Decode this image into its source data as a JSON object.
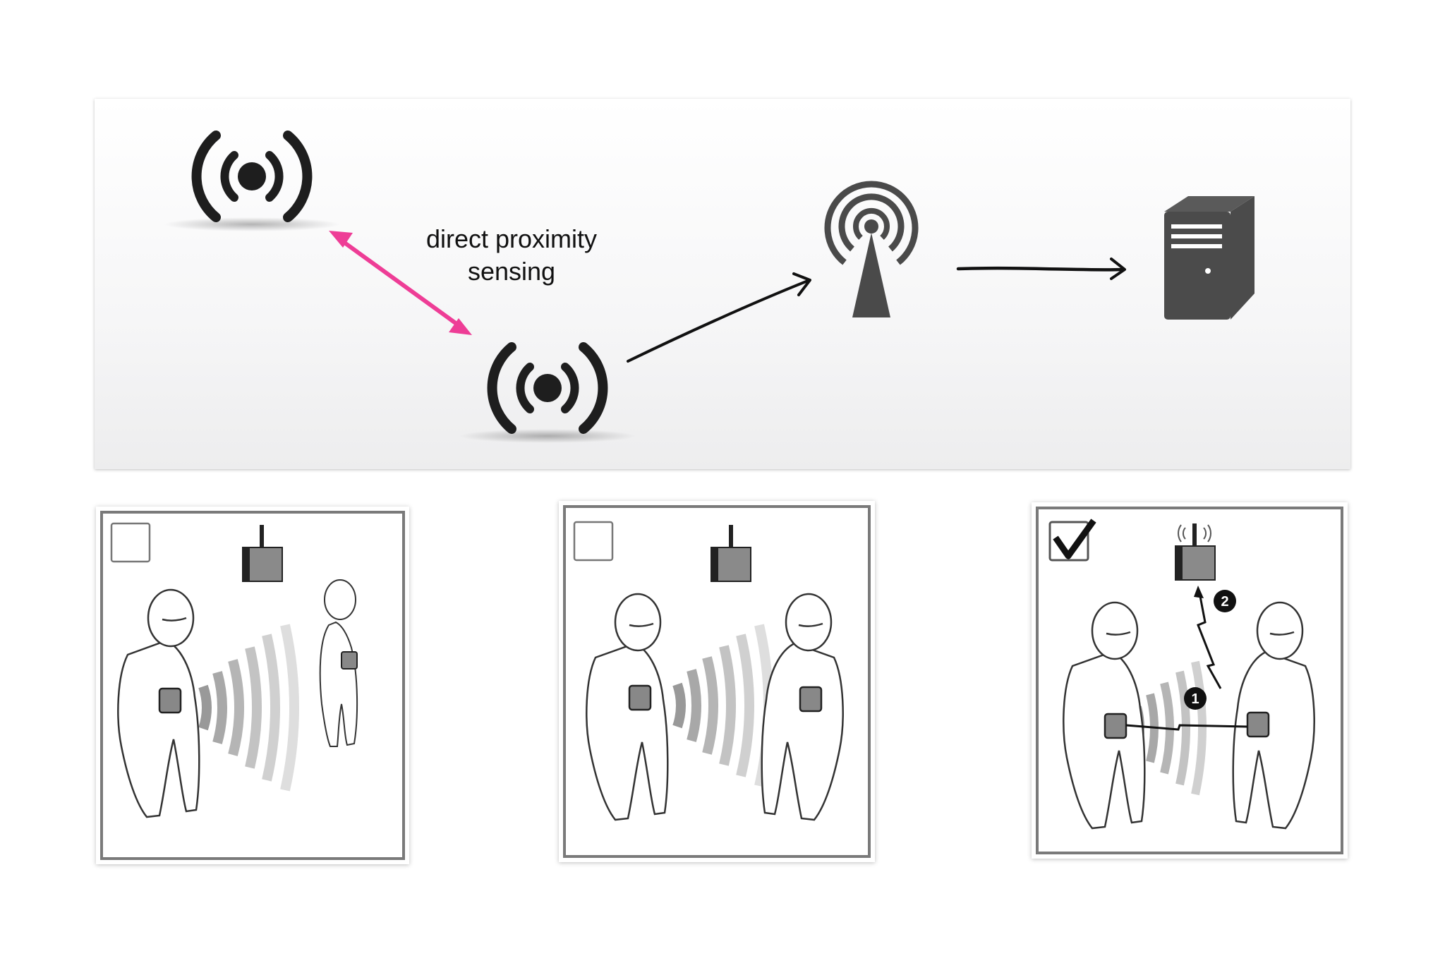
{
  "diagram": {
    "label_line1": "direct proximity",
    "label_line2": "sensing",
    "step_1": "1",
    "step_2": "2"
  },
  "colors": {
    "accent": "#ee3d96",
    "icon": "#1e1e1e",
    "tower": "#4a4a4a",
    "server": "#4b4b4b"
  },
  "scenes": [
    {
      "checked": false
    },
    {
      "checked": false
    },
    {
      "checked": true
    }
  ]
}
